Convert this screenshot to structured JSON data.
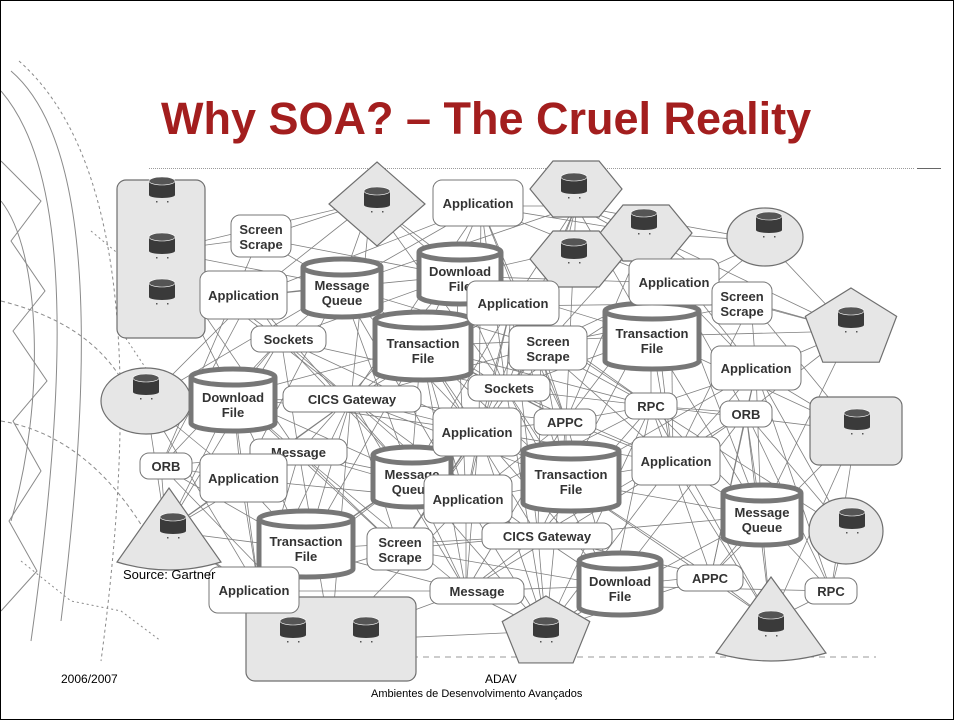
{
  "slide": {
    "title": "Why SOA? – The Cruel Reality",
    "source": "Source: Gartner",
    "footer_left": "2006/2007",
    "footer_center_line1": "ADAV",
    "footer_center_line2": "Ambientes de Desenvolvimento Avançados"
  },
  "colors": {
    "title": "#a31e1e",
    "node_fill": "#e6e6e6",
    "line": "#7f7f7f",
    "db": "#3a3a3a"
  },
  "labels": {
    "application": "Application",
    "screen_scrape": "Screen Scrape",
    "message_queue": "Message Queue",
    "download_file": "Download File",
    "transaction_file": "Transaction File",
    "sockets": "Sockets",
    "cics_gateway": "CICS Gateway",
    "appc": "APPC",
    "rpc": "RPC",
    "orb": "ORB",
    "message": "Message"
  },
  "icons": [
    "database-icon",
    "globe-sketch-decoration"
  ]
}
